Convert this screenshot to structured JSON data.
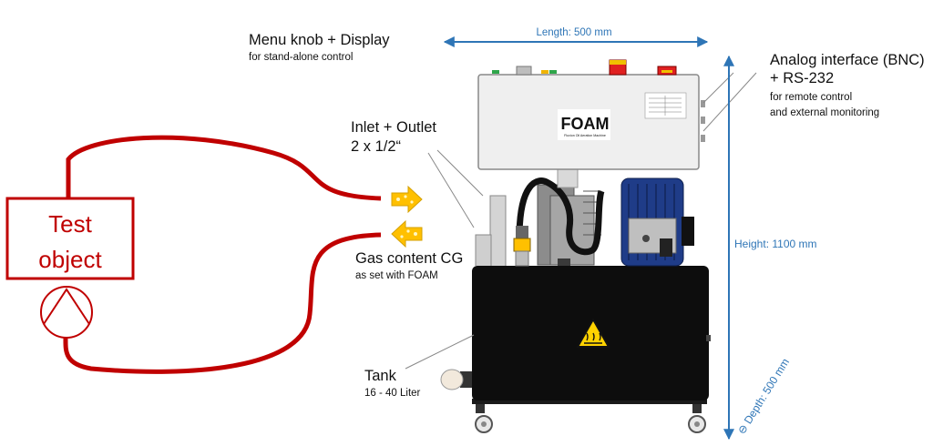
{
  "test_object": {
    "line1": "Test",
    "line2": "object"
  },
  "labels": {
    "menu_knob_title": "Menu knob + Display",
    "menu_knob_sub": "for stand-alone control",
    "length": "Length: 500 mm",
    "analog_title1": "Analog interface (BNC)",
    "analog_title2": "+ RS-232",
    "analog_sub1": "for remote control",
    "analog_sub2": "and external monitoring",
    "inlet_title1": "Inlet + Outlet",
    "inlet_title2": "2 x 1/2“",
    "gas_title": "Gas content CG",
    "gas_sub": "as set with FOAM",
    "height": "Height: 1100 mm",
    "depth": "⊖ Depth: 500 mm",
    "tank_title": "Tank",
    "tank_sub": "16 - 40 Liter"
  },
  "machine": {
    "brand": "FOAM",
    "brand_sub": "Fluxion Oil Aeration Machine"
  },
  "colors": {
    "loop": "#c00000",
    "dimension": "#2e75b6",
    "arrow_fill": "#ffc000",
    "tank": "#0d0d0d",
    "motor": "#1f3c88"
  },
  "icons": {
    "hot_surface": "hot-surface-warning-icon",
    "pump": "pump-symbol-icon"
  }
}
